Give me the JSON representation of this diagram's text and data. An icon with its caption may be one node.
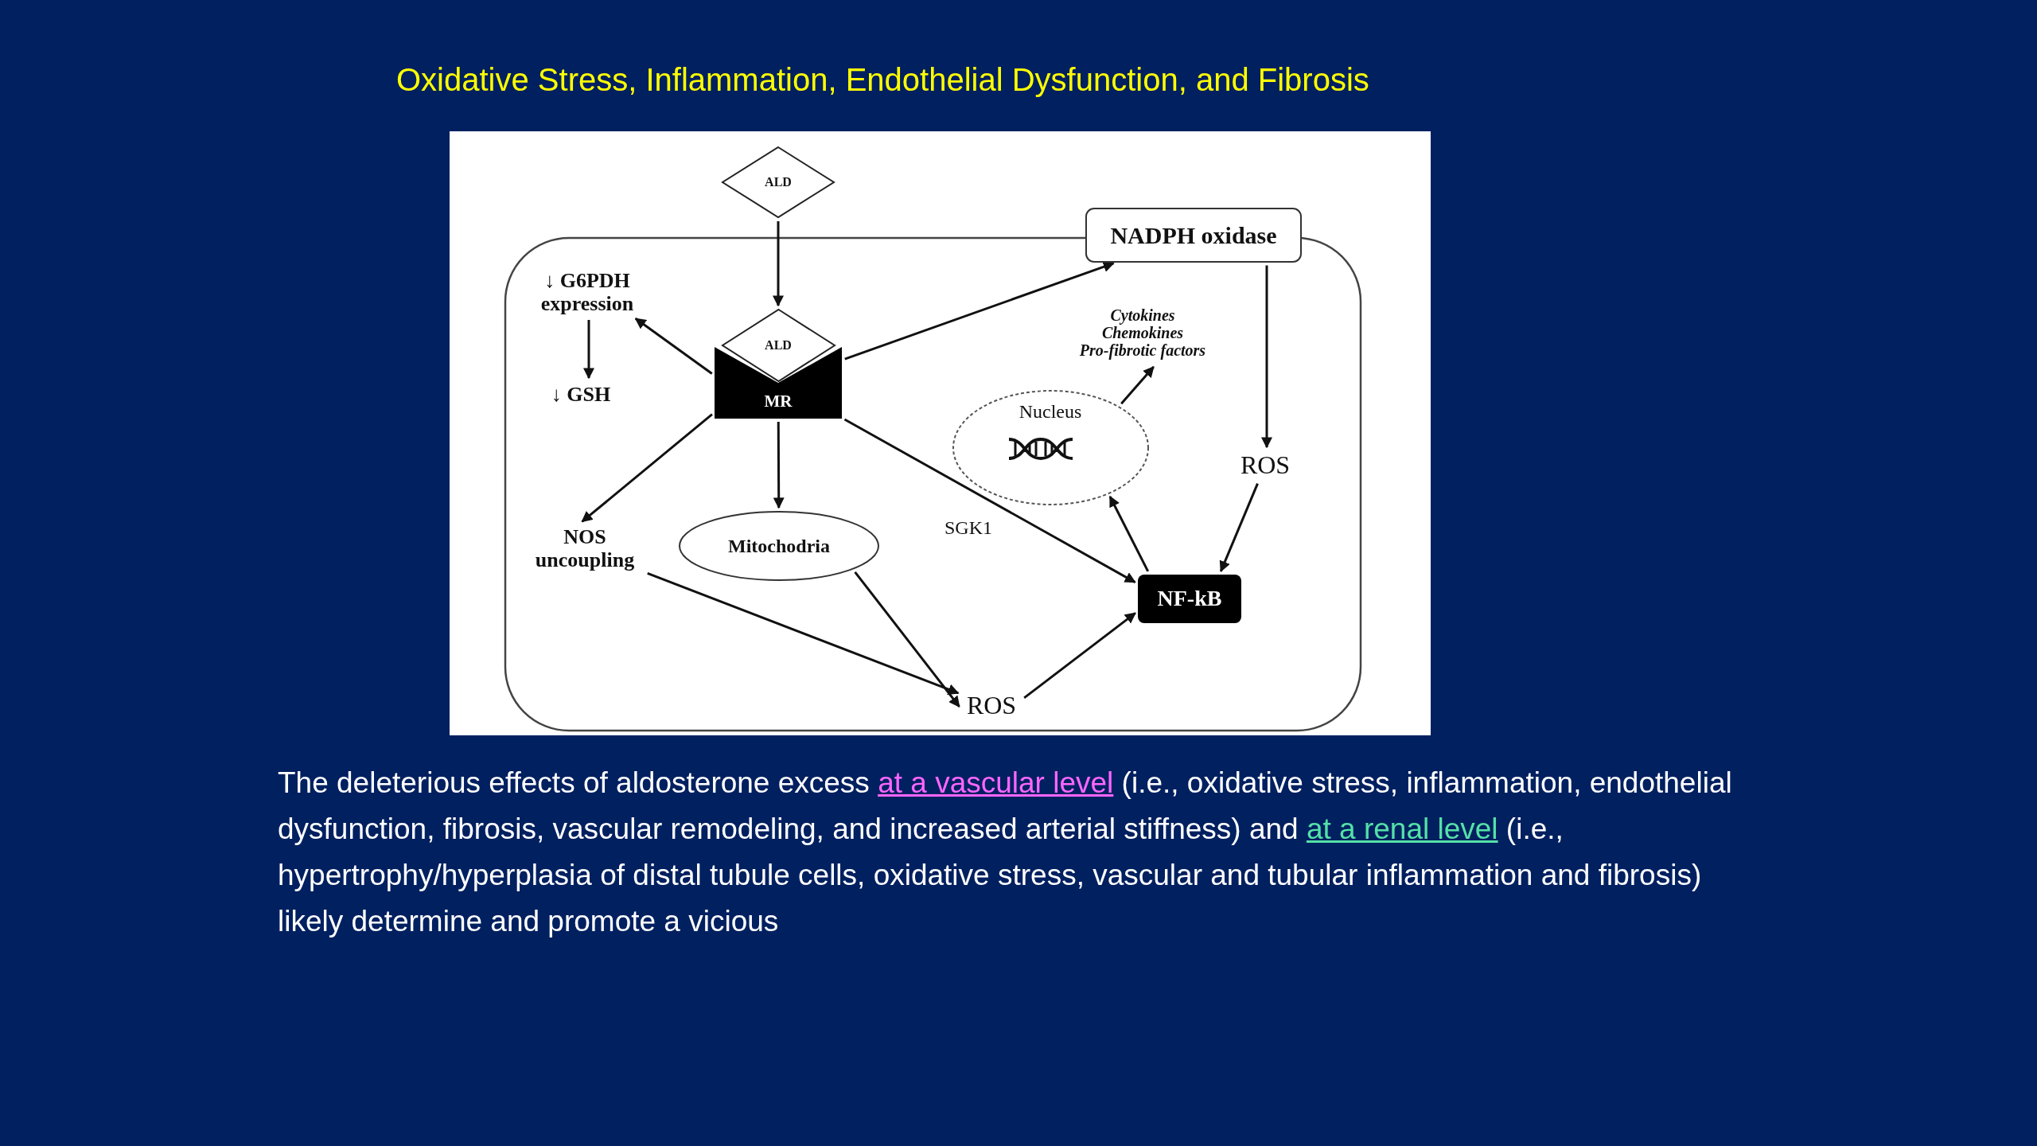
{
  "diagram": {
    "title": "Oxidative Stress, Inflammation, Endothelial Dysfunction, and Fibrosis",
    "caption": "The deleterious effects of aldosterone excess *at a vascular level* (i.e., oxidative stress, inflammation, endothelial dysfunction, fibrosis, vascular remodeling, and increased arterial stiffness) and *at a renal level* (i.e., hypertrophy/hyperplasia of distal tubule cells, oxidative stress, vascular and tubular inflammation and fibrosis) likely determine and promote a vicious",
    "nodes": [
      {
        "text": [
          "ALD"
        ]
      },
      {
        "text": [
          "ALD"
        ]
      },
      {
        "text": [
          "MR"
        ]
      },
      {
        "text": [
          "NADPH oxidase"
        ]
      },
      {
        "text": [
          "↓ G6PDH expression"
        ]
      },
      {
        "text": [
          "Cytokines",
          "Chemokines",
          "Pro-fibrotic factors"
        ]
      },
      {
        "text": [
          "↓ GSH"
        ]
      },
      {
        "text": [
          "Nucleus"
        ]
      },
      {
        "text": [
          "ROS"
        ]
      },
      {
        "text": [
          "NOS uncoupling"
        ]
      },
      {
        "text": [
          "Mitochodria"
        ]
      },
      {
        "text": [
          "NF-kB"
        ]
      },
      {
        "text": [
          "ROS"
        ]
      }
    ],
    "edges": [
      {
        "from": 0,
        "to": 1,
        "arrow": "to"
      },
      {
        "from": 2,
        "to": 4,
        "arrow": "to"
      },
      {
        "from": 4,
        "to": 6,
        "arrow": "to"
      },
      {
        "from": 2,
        "to": 3,
        "arrow": "to"
      },
      {
        "from": 2,
        "to": 9,
        "arrow": "to"
      },
      {
        "from": 2,
        "to": 10,
        "arrow": "to"
      },
      {
        "from": 2,
        "to": 11,
        "arrow": "to",
        "label": "SGK1"
      },
      {
        "from": 3,
        "to": 8,
        "arrow": "to"
      },
      {
        "from": 8,
        "to": 11,
        "arrow": "to"
      },
      {
        "from": 11,
        "to": 7,
        "arrow": "to"
      },
      {
        "from": 7,
        "to": 5,
        "arrow": "to"
      },
      {
        "from": 9,
        "to": 12,
        "arrow": "to"
      },
      {
        "from": 10,
        "to": 12,
        "arrow": "to"
      },
      {
        "from": 12,
        "to": 11,
        "arrow": "to"
      }
    ]
  }
}
